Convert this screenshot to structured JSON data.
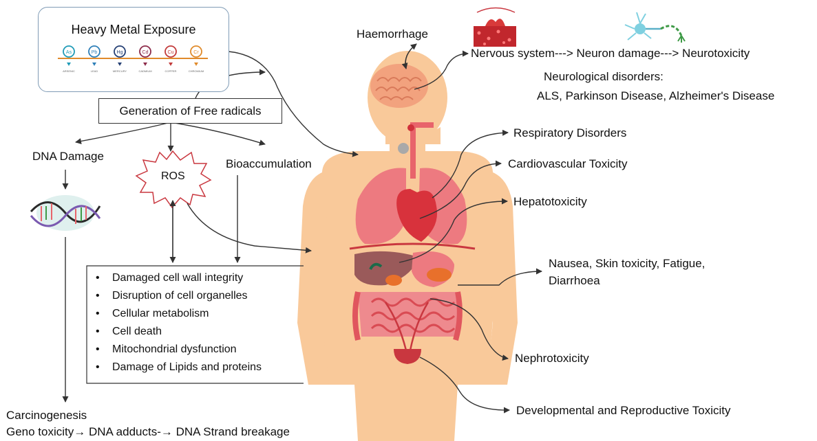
{
  "heavy_metal": {
    "title": "Heavy Metal Exposure",
    "metals": [
      {
        "symbol": "As",
        "name": "ARSENIC",
        "color": "#1f9bb7"
      },
      {
        "symbol": "Pb",
        "name": "LEAD",
        "color": "#2e7fb8"
      },
      {
        "symbol": "Hg",
        "name": "MERCURY",
        "color": "#243f74"
      },
      {
        "symbol": "Cd",
        "name": "CADMIUM",
        "color": "#8d2b4a"
      },
      {
        "symbol": "Cu",
        "name": "COPPER",
        "color": "#c23a3a"
      },
      {
        "symbol": "Cr",
        "name": "CHROMIUM",
        "color": "#e08a2a"
      }
    ]
  },
  "free_radicals": "Generation of Free radicals",
  "dna_damage": "DNA Damage",
  "ros": "ROS",
  "bioaccumulation": "Bioaccumulation",
  "cell_effects": [
    "Damaged cell wall integrity",
    "Disruption of cell organelles",
    "Cellular metabolism",
    "Cell death",
    "Mitochondrial dysfunction",
    "Damage of Lipids and proteins"
  ],
  "carcinogenesis": "Carcinogenesis",
  "genotoxicity": "Geno toxicity→ DNA adducts-→ DNA Strand breakage",
  "haemorrhage": "Haemorrhage",
  "nervous": "Nervous system---> Neuron damage---> Neurotoxicity",
  "neuro_title": "Neurological disorders:",
  "neuro_list": "ALS, Parkinson Disease, Alzheimer's Disease",
  "respiratory": "Respiratory Disorders",
  "cardio": "Cardiovascular Toxicity",
  "hepato": "Hepatotoxicity",
  "nausea_line1": "Nausea, Skin toxicity, Fatigue,",
  "nausea_line2": "Diarrhoea",
  "nephro": "Nephrotoxicity",
  "developmental": "Developmental and Reproductive  Toxicity",
  "colors": {
    "skin": "#f9c99a",
    "organ": "#e8646b",
    "organ_dark": "#c9373f",
    "brain": "#f2a27e",
    "liver": "#9a5a5a",
    "box_border": "#7f9bb5"
  }
}
